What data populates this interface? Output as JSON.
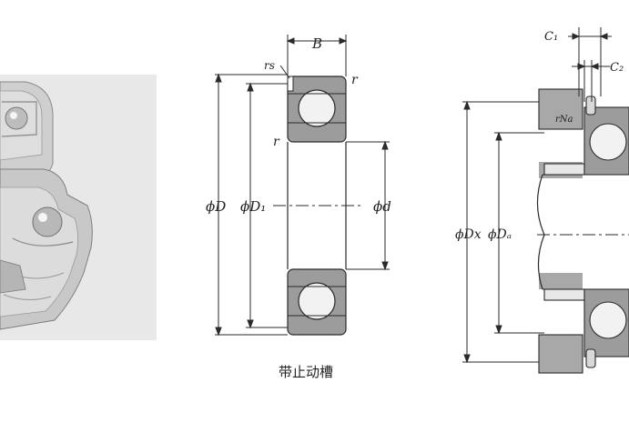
{
  "caption": "带止动槽",
  "labels": {
    "B": "B",
    "rs": "rs",
    "r_top": "r",
    "r_left": "r",
    "D": "ϕD",
    "D1": "ϕD₁",
    "d": "ϕd",
    "C1": "C₁",
    "C2": "C₂",
    "rNa": "rNa",
    "DX": "ϕDx",
    "Da": "ϕDₐ"
  },
  "colors": {
    "line": "#2a2a2a",
    "section": "#9c9c9c",
    "panel": "#e7e7e7",
    "ball": "#f2f2f2"
  }
}
